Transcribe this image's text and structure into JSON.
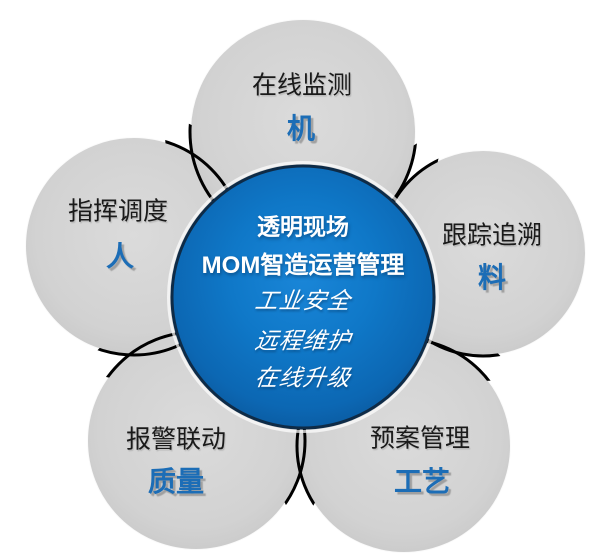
{
  "diagram": {
    "center": {
      "lines": [
        "透明现场",
        "MOM智造运营管理",
        "工业安全",
        "远程维护",
        "在线升级"
      ]
    },
    "petals": [
      {
        "position": "top",
        "label": "在线监测",
        "keyword": "机"
      },
      {
        "position": "left",
        "label": "指挥调度",
        "keyword": "人"
      },
      {
        "position": "right",
        "label": "跟踪追溯",
        "keyword": "料"
      },
      {
        "position": "bottom-left",
        "label": "报警联动",
        "keyword": "质量"
      },
      {
        "position": "bottom-right",
        "label": "预案管理",
        "keyword": "工艺"
      }
    ],
    "colors": {
      "center_blue": "#0f78c8",
      "center_rim": "#0e2b47",
      "petal_gray": "#d2d2d2",
      "junction_outline": "#000000",
      "keyword_blue": "#1c6db6",
      "label_black": "#1a1a1a",
      "center_text": "#ffffff",
      "background": "#ffffff"
    }
  }
}
